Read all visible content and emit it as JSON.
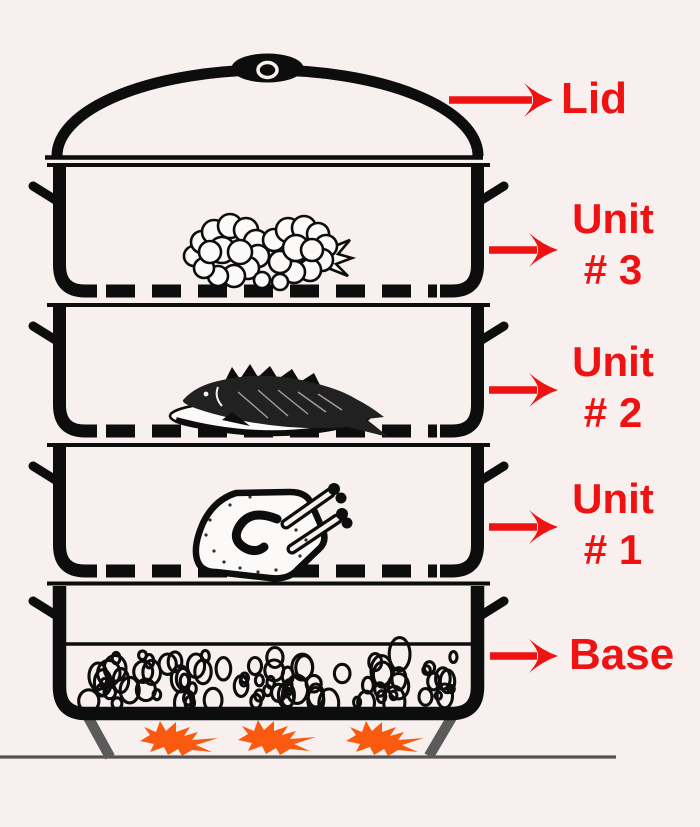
{
  "figure": {
    "type": "labeled-diagram",
    "subject": "Stacked multi-tier steamer pot over flames",
    "lid": {
      "label": "Lid"
    },
    "units": [
      {
        "name": "unit-3",
        "label_line1": "Unit",
        "label_line2": "# 3",
        "contents": "cauliflower"
      },
      {
        "name": "unit-2",
        "label_line1": "Unit",
        "label_line2": "# 2",
        "contents": "fish on plate"
      },
      {
        "name": "unit-1",
        "label_line1": "Unit",
        "label_line2": "# 1",
        "contents": "whole turkey"
      }
    ],
    "base": {
      "label": "Base",
      "contents": "boiling water"
    },
    "heat_source": "flames"
  },
  "colors": {
    "background": "#f7f0ee",
    "ink_black": "#0d0d0d",
    "label_red": "#ee1212",
    "flame_orange": "#f95a10",
    "leg_gray": "#5b5b5b",
    "ground_gray": "#545454"
  }
}
